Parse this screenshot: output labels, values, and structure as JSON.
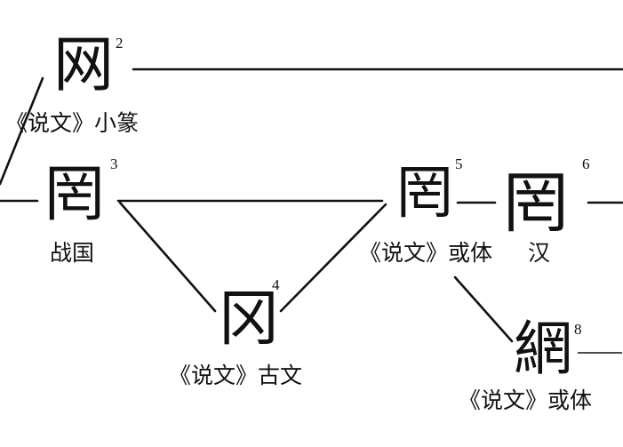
{
  "colors": {
    "ink": "#111111",
    "background": "#ffffff"
  },
  "nodes": [
    {
      "id": "n2",
      "glyph": "网",
      "number": "2",
      "label": "《说文》小篆"
    },
    {
      "id": "n3",
      "glyph": "罔",
      "number": "3",
      "label": "战国"
    },
    {
      "id": "n4",
      "glyph": "冈",
      "number": "4",
      "label": "《说文》古文"
    },
    {
      "id": "n5",
      "glyph": "罔",
      "number": "5",
      "label": "《说文》或体"
    },
    {
      "id": "n6",
      "glyph": "罔",
      "number": "6",
      "label": "汉"
    },
    {
      "id": "n8",
      "glyph": "網",
      "number": "8",
      "label": "《说文》或体"
    }
  ]
}
